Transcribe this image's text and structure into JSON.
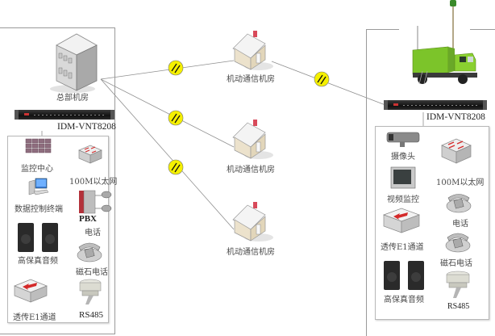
{
  "hq": {
    "building_label": "总部机房",
    "device_model": "IDM-VNT8208",
    "services": [
      {
        "label": "监控中心",
        "icon": "video-wall-icon"
      },
      {
        "label": "100M以太网",
        "icon": "switch-icon"
      },
      {
        "label": "数据控制终端",
        "icon": "computer-icon"
      },
      {
        "label": "PBX",
        "icon": "pbx-icon"
      },
      {
        "label": "电话",
        "icon": "phone-icon"
      },
      {
        "label": "高保真音频",
        "icon": "speakers-icon"
      },
      {
        "label": "磁石电话",
        "icon": "magneto-phone-icon"
      },
      {
        "label": "透传E1通道",
        "icon": "e1-router-icon"
      },
      {
        "label": "RS485",
        "icon": "rs485-sensor-icon"
      }
    ]
  },
  "remote_rooms": [
    {
      "label": "机动通信机房"
    },
    {
      "label": "机动通信机房"
    },
    {
      "label": "机动通信机房"
    }
  ],
  "vehicle": {
    "device_model": "IDM-VNT8208",
    "services": [
      {
        "label": "摄像头",
        "icon": "camera-icon"
      },
      {
        "label": "100M以太网",
        "icon": "switch-icon"
      },
      {
        "label": "视频监控",
        "icon": "monitor-icon"
      },
      {
        "label": "电话",
        "icon": "phone-icon"
      },
      {
        "label": "透传E1通道",
        "icon": "e1-router-icon"
      },
      {
        "label": "磁石电话",
        "icon": "magneto-phone-icon"
      },
      {
        "label": "高保真音频",
        "icon": "speakers-icon"
      },
      {
        "label": "RS485",
        "icon": "rs485-sensor-icon"
      }
    ]
  },
  "link_icon": "wireless-link-icon",
  "colors": {
    "link_yellow": "#f5f000",
    "line_gray": "#9a9a9a",
    "truck_green": "#7cc42a",
    "alert_red": "#d42a2a"
  }
}
